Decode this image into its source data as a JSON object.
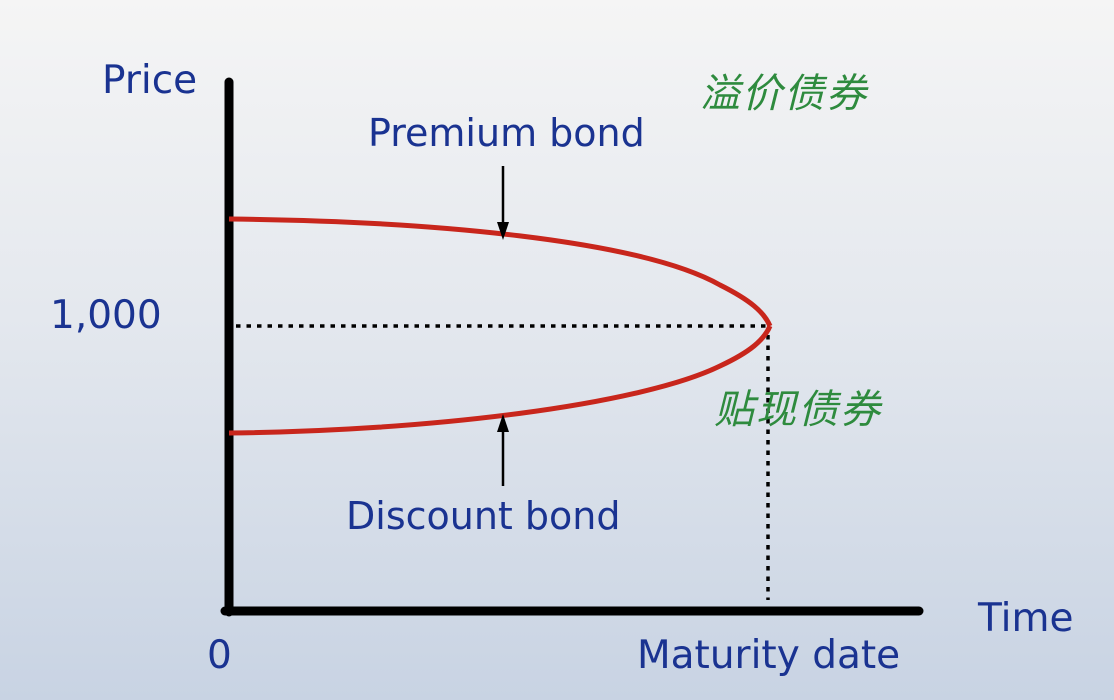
{
  "chart_data": {
    "type": "line",
    "ylabel": "Price",
    "xlabel": "Time",
    "x_origin_label": "0",
    "x_end_label": "Maturity date",
    "par_value": 1000,
    "par_label": "1,000",
    "series": [
      {
        "name": "Premium bond",
        "color": "#c8261c"
      },
      {
        "name": "Discount bond",
        "color": "#c8261c"
      }
    ],
    "annotations": {
      "premium": "Premium bond",
      "discount": "Discount bond",
      "handwritten_premium": "溢价债券",
      "handwritten_discount": "贴现债券"
    },
    "reference_lines": "dotted lines at par value to maturity"
  },
  "colors": {
    "axis": "#000000",
    "curve": "#c8261c",
    "label": "#1a3391",
    "handwriting": "#2e8b3e"
  }
}
